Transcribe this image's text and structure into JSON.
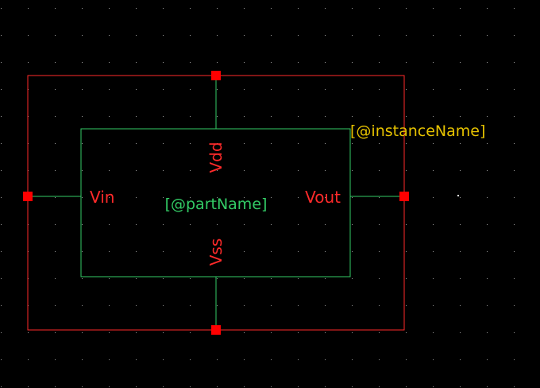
{
  "colors": {
    "background": "#000000",
    "grid_dot": "#9a9a9a",
    "selection_box": "#ff2a2a",
    "symbol_body": "#33cc66",
    "pin_text": "#ff2a2a",
    "pin_handle": "#ff0000",
    "part_name": "#33cc66",
    "instance_name": "#e6c200",
    "cursor": "#ffffff"
  },
  "symbol": {
    "part_name_label": "[@partName]",
    "instance_name_label": "[@instanceName]",
    "pins": {
      "vdd": "Vdd",
      "vss": "Vss",
      "vin": "Vin",
      "vout": "Vout"
    }
  }
}
